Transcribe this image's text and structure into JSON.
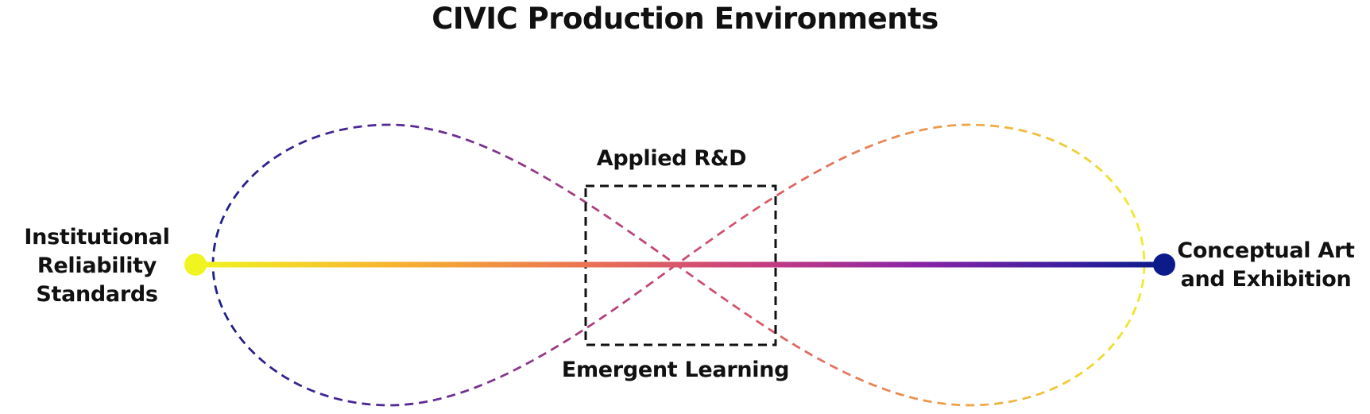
{
  "title": "CIVIC Production Environments",
  "labels": {
    "left": [
      "Institutional",
      "Reliability",
      "Standards"
    ],
    "right": [
      "Conceptual Art",
      "and Exhibition"
    ],
    "top": "Applied R&D",
    "bottom": "Emergent Learning"
  },
  "colors": {
    "spectrum_start": "#f0f520",
    "spectrum_mid_orange": "#f5a03a",
    "spectrum_mid_pink": "#c8387a",
    "spectrum_mid_purple": "#7a22a8",
    "spectrum_end": "#0d1a8a",
    "text": "#111111",
    "box_border": "#111111"
  }
}
